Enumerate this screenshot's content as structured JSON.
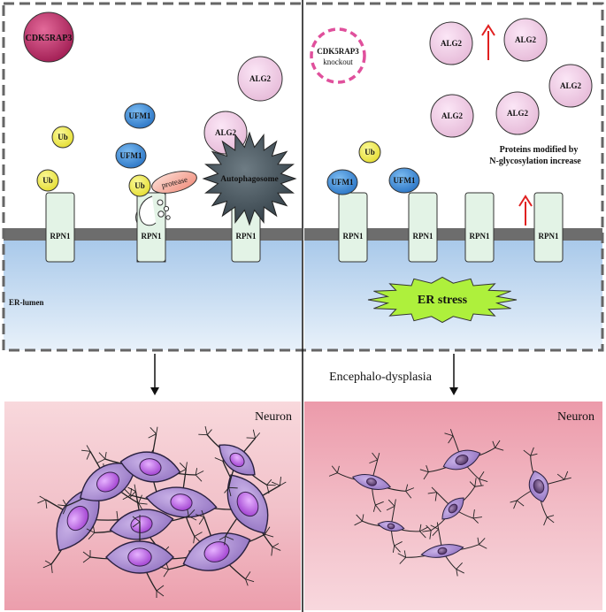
{
  "left_panel": {
    "cdk5rap3": "CDK5RAP3",
    "ub_labels": [
      "Ub",
      "Ub",
      "Ub"
    ],
    "ufm1_labels": [
      "UFM1",
      "UFM1"
    ],
    "protease": "protease",
    "alg2_labels": [
      "ALG2",
      "ALG2"
    ],
    "autophagosome": "Autophagosome",
    "rpn1_labels": [
      "RPN1",
      "RPN1",
      "RPN1"
    ],
    "er_lumen": "ER-lumen"
  },
  "right_panel": {
    "cdk5rap3_title": "CDK5RAP3",
    "cdk5rap3_sub": "knockout",
    "ub": "Ub",
    "ufm1_labels": [
      "UFM1",
      "UFM1"
    ],
    "alg2_labels": [
      "ALG2",
      "ALG2",
      "ALG2",
      "ALG2",
      "ALG2"
    ],
    "increase_line1": "Proteins modified by",
    "increase_line2": "N-glycosylation increase",
    "rpn1_labels": [
      "RPN1",
      "RPN1",
      "RPN1",
      "RPN1"
    ],
    "er_stress": "ER stress"
  },
  "bottom": {
    "encephalo": "Encephalo-dysplasia",
    "neuron_left": "Neuron",
    "neuron_right": "Neuron"
  },
  "colors": {
    "membrane": "#6d6d6d",
    "lumen_top": "#a8c8e8",
    "rpn1_fill": "#e3f3e6",
    "ub_fill": "#f4f050",
    "ufm1_fill": "#4a94dc",
    "alg2_fill": "#f2d0ea",
    "cdk5rap3_fill": "#c0306a",
    "knockout_ring": "#e0509c",
    "er_stress_fill": "#aef03c",
    "er_stress_text": "#e02020",
    "increase_text": "#9a1a3a",
    "arrow_red": "#e02020",
    "neuron_bg_left": "#f4c4cc",
    "neuron_bg_right": "#f0a8b4",
    "neuron_cell": "#b79ad8",
    "nucleus": "#c070e0"
  }
}
